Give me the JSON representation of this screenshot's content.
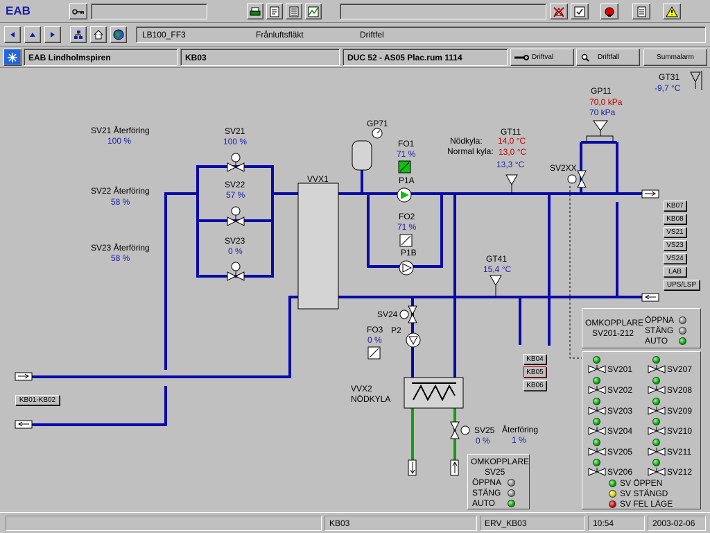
{
  "toolbar": {
    "app_label": "EAB"
  },
  "navbar": {
    "path": "LB100_FF3",
    "object": "Frånluftsfläkt",
    "status": "Driftfel"
  },
  "infobar": {
    "site": "EAB Lindholmspiren",
    "unit": "KB03",
    "controller": "DUC 52 - AS05  Plac.rum 1114",
    "driftval": "Driftval",
    "driftfall": "Driftfall",
    "summalarm": "Summalarm"
  },
  "diagram": {
    "gt31": {
      "name": "GT31",
      "value": "-9,7 °C"
    },
    "gp11": {
      "name": "GP11",
      "value1": "70,0 kPa",
      "value2": "70 kPa"
    },
    "gp71": {
      "name": "GP71"
    },
    "gt11": {
      "name": "GT11",
      "nodkyla_label": "Nödkyla:",
      "normal_label": "Normal kyla:",
      "nodkyla_value": "14,0 °C",
      "normal_value": "13,0 °C",
      "value": "13,3 °C"
    },
    "sv21_ret": {
      "name": "SV21 Återföring",
      "value": "100 %"
    },
    "sv22_ret": {
      "name": "SV22 Återföring",
      "value": "58 %"
    },
    "sv23_ret": {
      "name": "SV23 Återföring",
      "value": "58 %"
    },
    "sv21": {
      "name": "SV21",
      "value": "100 %"
    },
    "sv22": {
      "name": "SV22",
      "value": "57 %"
    },
    "sv23": {
      "name": "SV23",
      "value": "0 %"
    },
    "vvx1": "VVX1",
    "fo1": {
      "name": "FO1",
      "value": "71 %"
    },
    "p1a": "P1A",
    "fo2": {
      "name": "FO2",
      "value": "71 %"
    },
    "p1b": "P1B",
    "sv2xx": "SV2XX",
    "gt41": {
      "name": "GT41",
      "value": "15,4 °C"
    },
    "sv24": "SV24",
    "fo3": {
      "name": "FO3",
      "value": "0 %"
    },
    "p2": "P2",
    "vvx2_line1": "VVX2",
    "vvx2_line2": "NÖDKYLA",
    "sv25": {
      "name": "SV25",
      "value": "0 %"
    },
    "aterforing": {
      "name": "Återföring",
      "value": "1 %"
    }
  },
  "nav_buttons_right": [
    "KB07",
    "KB08",
    "VS21",
    "VS23",
    "VS24",
    "LAB",
    "UPS/LSP"
  ],
  "nav_buttons_mid": [
    "KB04",
    "KB05",
    "KB06"
  ],
  "kb01": "KB01-KB02",
  "omk_sv25": {
    "title1": "OMKOPPLARE",
    "title2": "SV25",
    "oppna": "ÖPPNA",
    "stang": "STÄNG",
    "auto": "AUTO"
  },
  "omk_sv201": {
    "title1": "OMKOPPLARE",
    "title2": "SV201-212",
    "oppna": "ÖPPNA",
    "stang": "STÄNG",
    "auto": "AUTO"
  },
  "sv_list": {
    "left": [
      "SV201",
      "SV202",
      "SV203",
      "SV204",
      "SV205",
      "SV206"
    ],
    "right": [
      "SV207",
      "SV208",
      "SV209",
      "SV210",
      "SV211",
      "SV212"
    ],
    "legend_open": "SV ÖPPEN",
    "legend_closed": "SV STÄNGD",
    "legend_fault": "SV FEL LÄGE"
  },
  "statusbar": {
    "unit": "KB03",
    "erv": "ERV_KB03",
    "time": "10:54",
    "date": "2003-02-06"
  },
  "colors": {
    "pipe_blue": "#0a0aa8",
    "pipe_green": "#10a010",
    "value_blue": "#1a1aa8",
    "value_red": "#c00000"
  }
}
